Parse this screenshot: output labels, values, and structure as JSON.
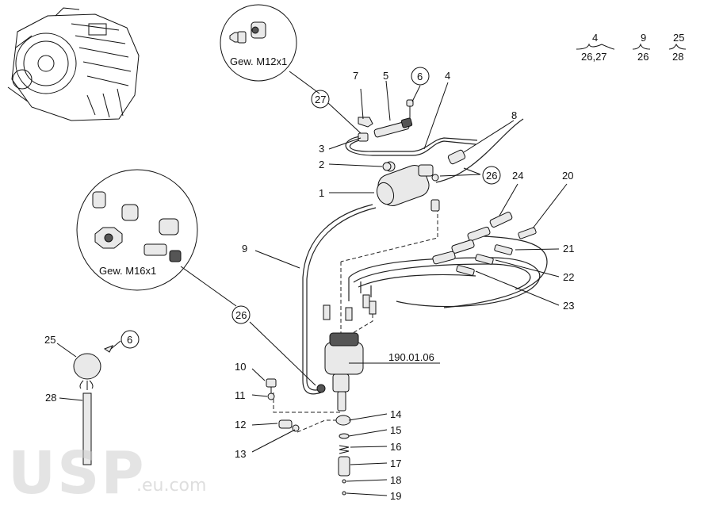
{
  "watermark": {
    "brand": "USP",
    "domain": ".eu.com"
  },
  "insets": {
    "thread_small": "Gew. M12x1",
    "thread_large": "Gew. M16x1"
  },
  "reference": "190.01.06",
  "legend": {
    "groups": [
      {
        "top": "4",
        "bottom": "26,27"
      },
      {
        "top": "9",
        "bottom": "26"
      },
      {
        "top": "25",
        "bottom": "28"
      }
    ]
  },
  "callouts": {
    "n1": "1",
    "n2": "2",
    "n3": "3",
    "n4": "4",
    "n5": "5",
    "n6a": "6",
    "n6b": "6",
    "n7": "7",
    "n8": "8",
    "n9": "9",
    "n10": "10",
    "n11": "11",
    "n12": "12",
    "n13": "13",
    "n14": "14",
    "n15": "15",
    "n16": "16",
    "n17": "17",
    "n18": "18",
    "n19": "19",
    "n20": "20",
    "n21": "21",
    "n22": "22",
    "n23": "23",
    "n24": "24",
    "n25": "25",
    "n26a": "26",
    "n26b": "26",
    "n27": "27",
    "n28": "28"
  }
}
